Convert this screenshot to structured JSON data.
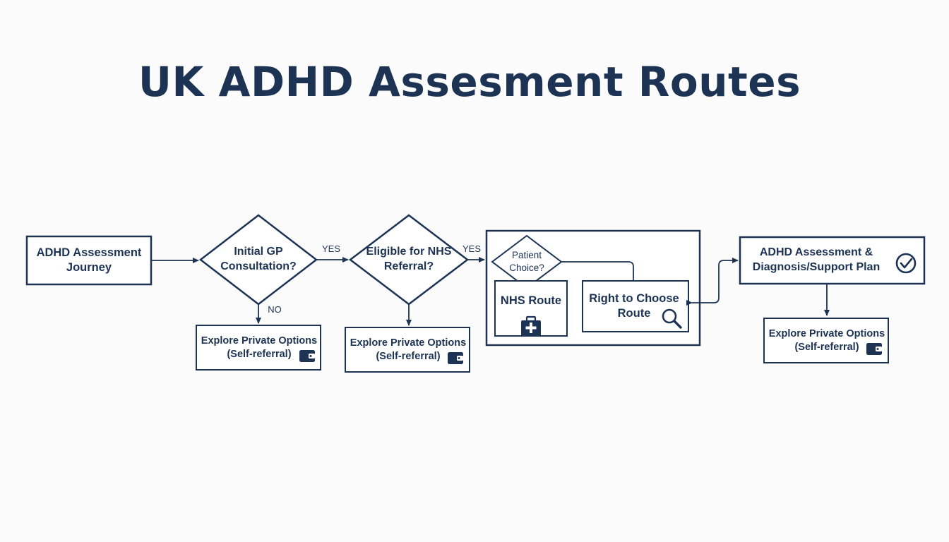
{
  "title": "UK ADHD Assesment Routes",
  "colors": {
    "ink": "#1c3354",
    "background": "#fbfbfb"
  },
  "nodes": {
    "start": "ADHD Assessment Journey",
    "gp_question": "Initial GP Consultation?",
    "nhs_question": "Eligible for NHS Referral?",
    "patient_choice": "Patient Choice?",
    "nhs_route": "NHS Route",
    "rtc_route": "Right to Choose Route",
    "outcome": "ADHD Assessment & Diagnosis/Support Plan",
    "private_1": "Explore Private Options (Self-referral)",
    "private_2": "Explore Private Options (Self-referral)",
    "private_3": "Explore Private Options (Self-referral)"
  },
  "edge_labels": {
    "yes_1": "YES",
    "no_1": "NO",
    "yes_2": "YES"
  },
  "icons": {
    "nhs_route": "medical-kit-icon",
    "rtc_route": "magnifier-icon",
    "outcome": "check-circle-icon",
    "private": "wallet-icon"
  }
}
